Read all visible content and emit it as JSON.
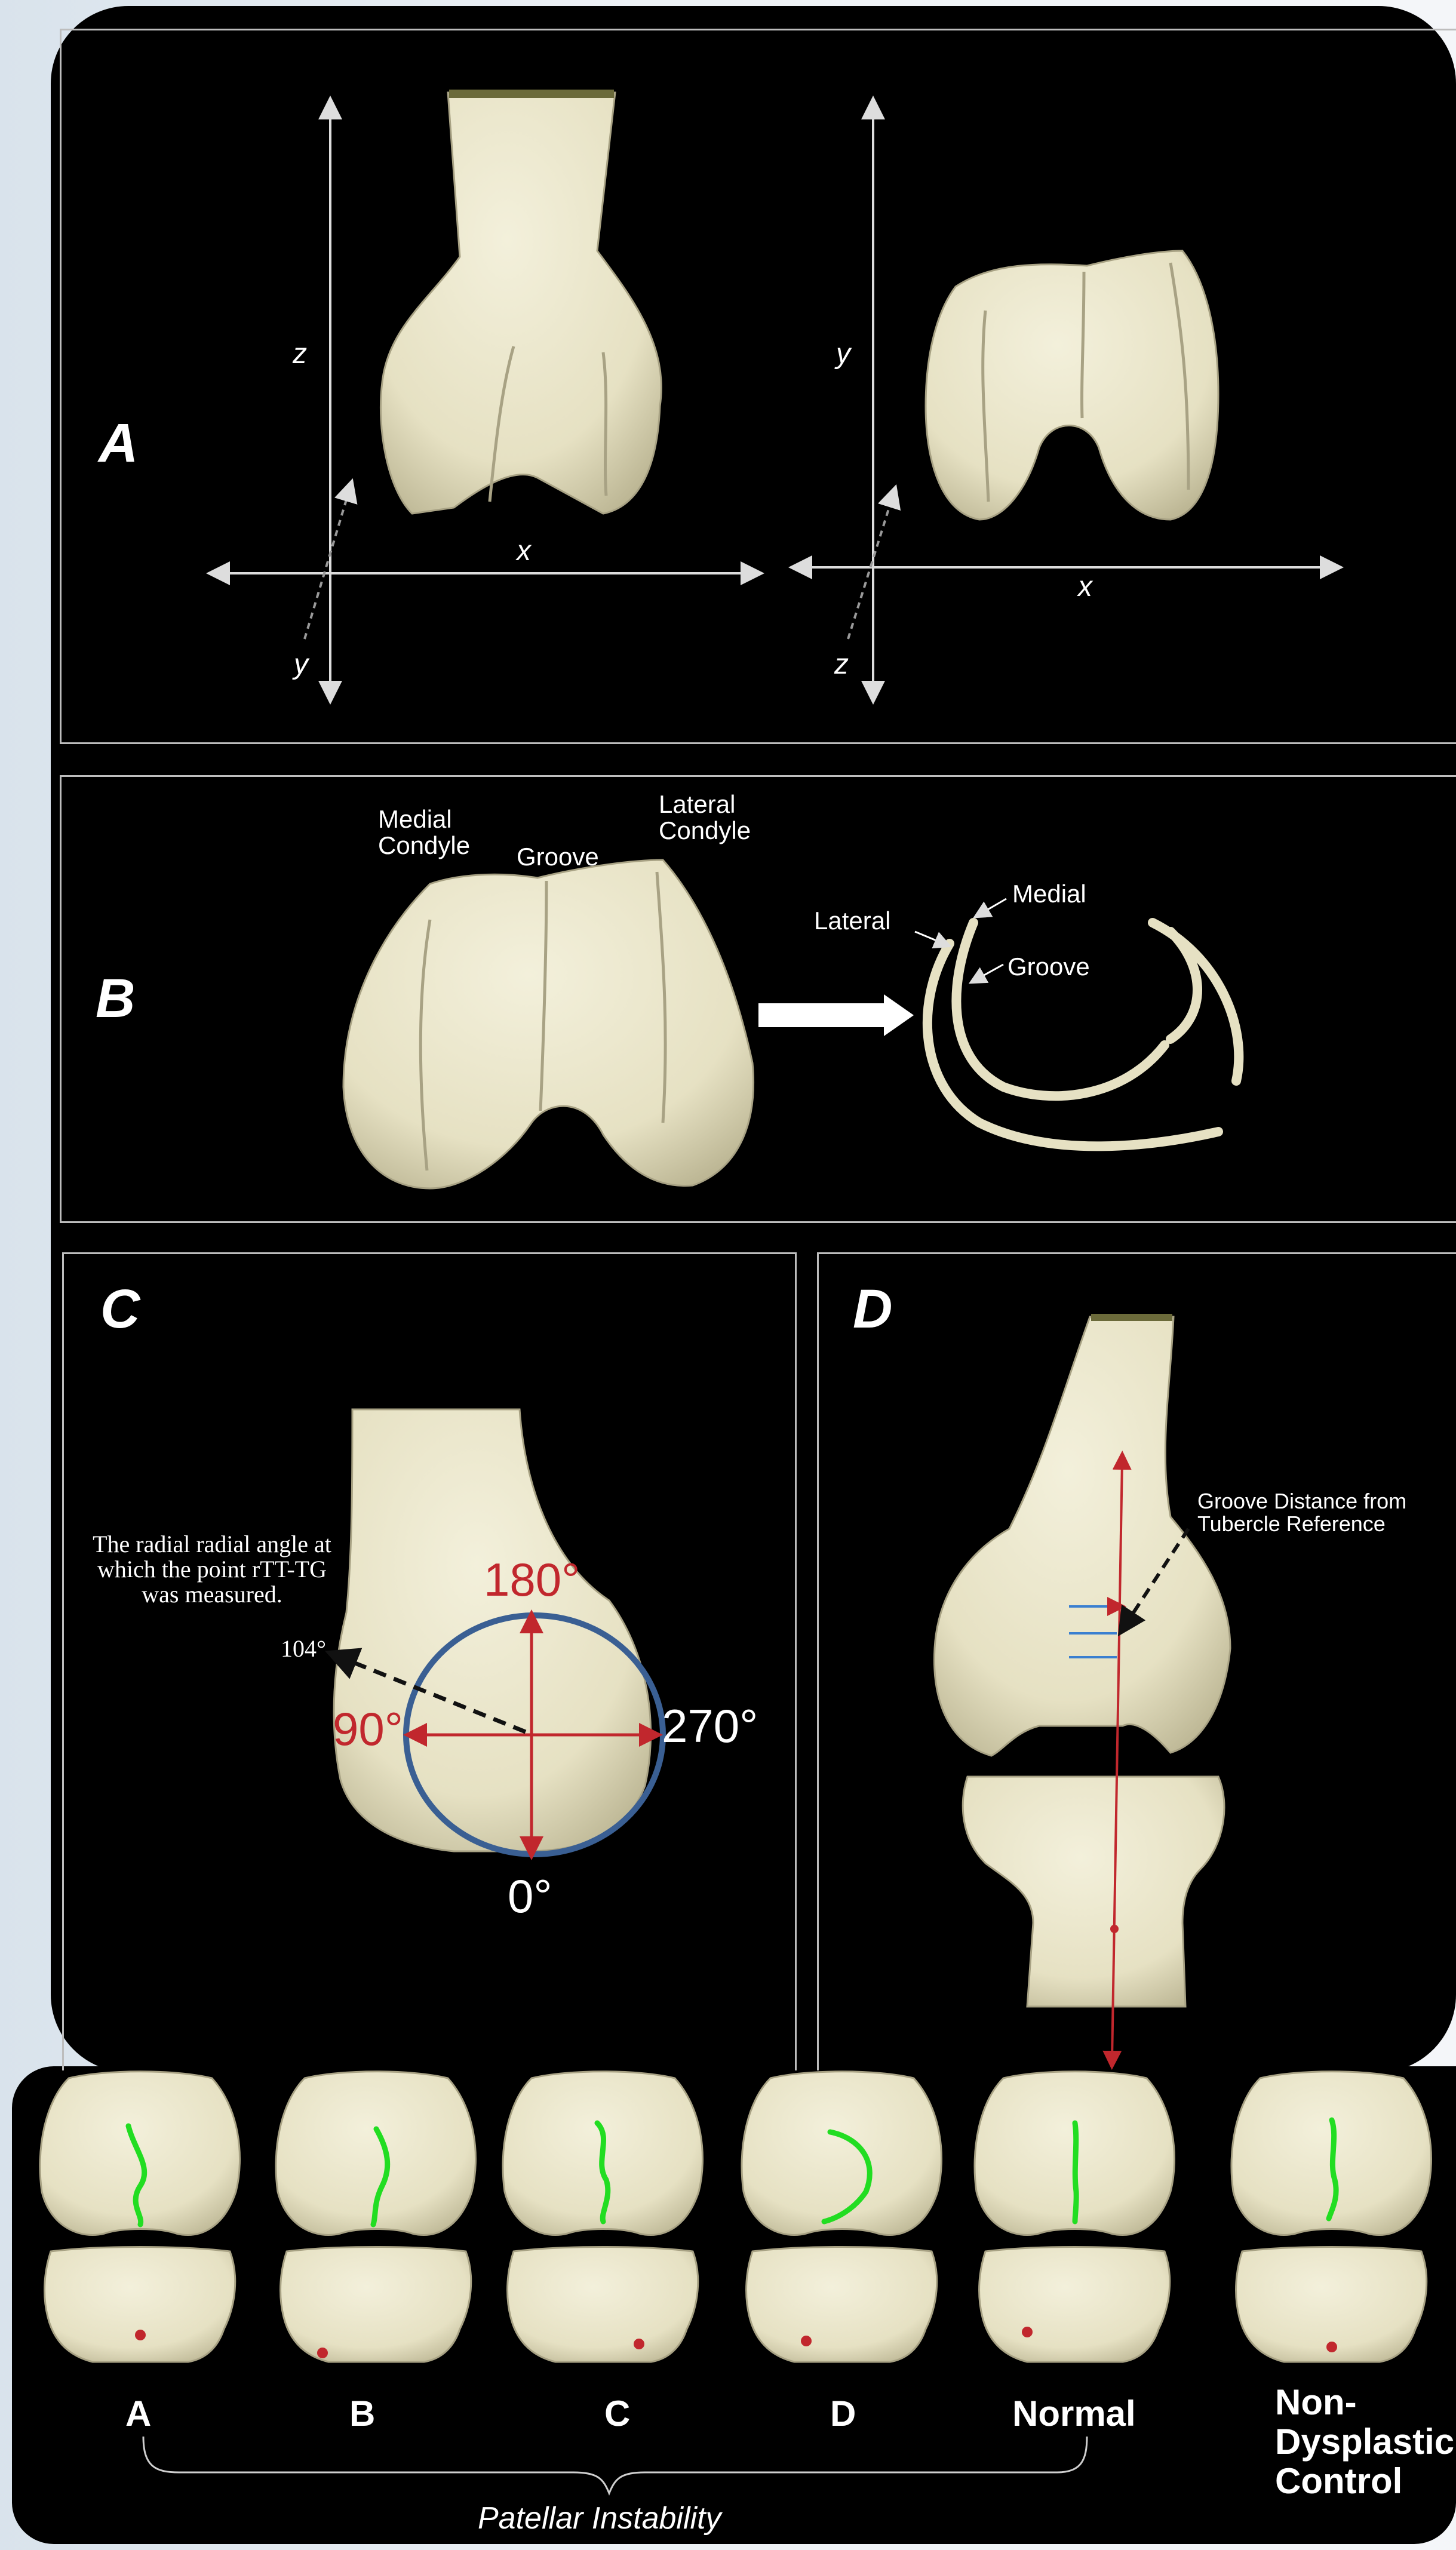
{
  "panels": {
    "a": {
      "letter": "A",
      "left_axes": {
        "vertical": "z",
        "horizontal": "x",
        "depth": "y"
      },
      "right_axes": {
        "vertical": "y",
        "horizontal": "x",
        "depth": "z"
      }
    },
    "b": {
      "letter": "B",
      "medial_condyle": "Medial\nCondyle",
      "groove": "Groove",
      "lateral_condyle": "Lateral\nCondyle",
      "curve_lateral": "Lateral",
      "curve_medial": "Medial",
      "curve_groove": "Groove"
    },
    "c": {
      "letter": "C",
      "annotation": "The radial radial angle at which the point rTT-TG was measured.",
      "angle_label": "104°",
      "deg_180": "180°",
      "deg_90": "90°",
      "deg_270": "270°",
      "deg_0": "0°"
    },
    "d": {
      "letter": "D",
      "annotation": "Groove Distance from Tubercle Reference"
    }
  },
  "bottom": {
    "labels": [
      "A",
      "B",
      "C",
      "D",
      "Normal",
      "Non-Dysplastic Control"
    ],
    "bracket_label": "Patellar Instability"
  },
  "colors": {
    "bone": "#ebe7cc",
    "bone_shade": "#c9c4a5",
    "red": "#c1272d",
    "blue": "#3a5f93",
    "green": "#22dd22",
    "background": "#000000"
  }
}
